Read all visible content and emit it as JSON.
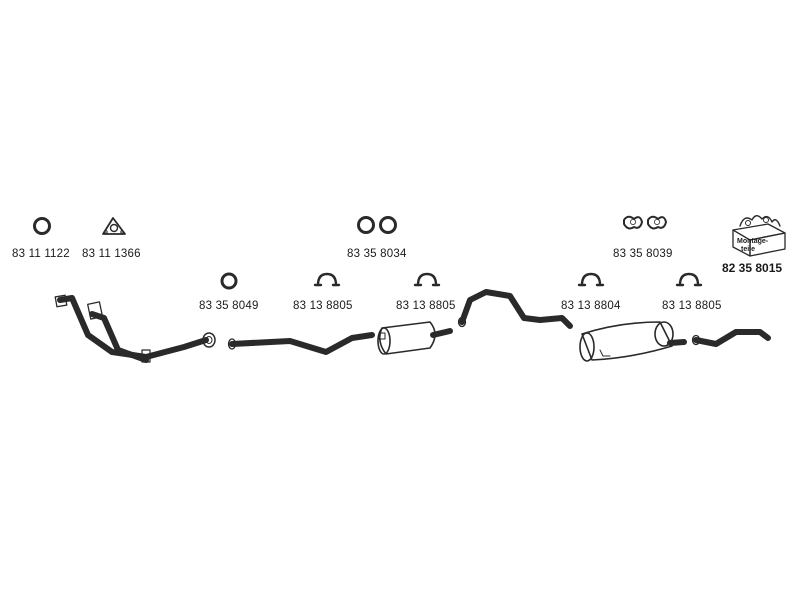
{
  "diagram": {
    "part_numbers": {
      "gasket_ring": "83 11 1122",
      "flange_gasket": "83 11 1366",
      "ring_pair": "83 35 8034",
      "rubber_mounts": "83 35 8039",
      "mounting_kit": "82 35 8015",
      "pipe_ring": "83 35 8049",
      "clamp_1": "83 13 8805",
      "clamp_2": "83 13 8805",
      "clamp_3": "83 13 8804",
      "clamp_4": "83 13 8805"
    },
    "kit_box_text": [
      "Montage-",
      "teile"
    ]
  }
}
